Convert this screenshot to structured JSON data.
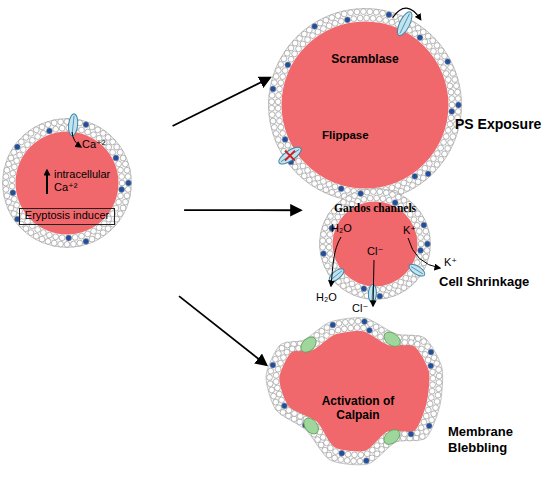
{
  "diagram": {
    "nodes": [
      {
        "text": [
          "Ca⁺²",
          "intracellular Ca⁺²"
        ]
      },
      {
        "text": [
          "Eryptosis inducer"
        ],
        "in": 0
      },
      {
        "text": [
          "Scramblase",
          "Flippase",
          "PS Exposure"
        ]
      },
      {
        "text": [
          "Gardos channels",
          "H₂O",
          "K⁺",
          "Cl⁻",
          "Cell Shrinkage"
        ]
      },
      {
        "text": [
          "Activation of Calpain",
          "Membrane Blebbling"
        ]
      }
    ],
    "edges": [
      {
        "from": 0,
        "to": 2,
        "arrow": "to"
      },
      {
        "from": 0,
        "to": 3,
        "arrow": "to"
      },
      {
        "from": 0,
        "to": 4,
        "arrow": "to"
      }
    ],
    "labels": [
      "H₂O",
      "K⁺",
      "Cl⁻"
    ]
  }
}
